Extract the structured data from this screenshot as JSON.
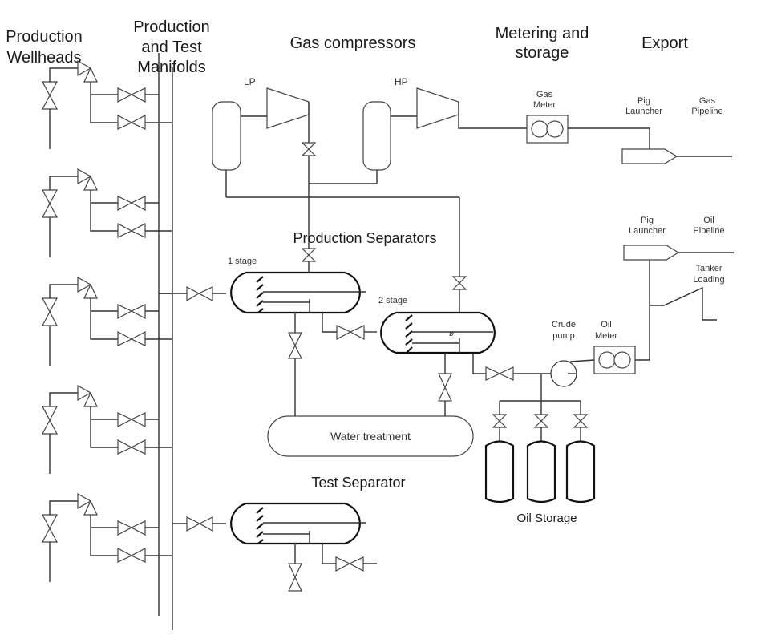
{
  "title": "Oil and gas production process flow",
  "headers": {
    "wellheads": [
      "Production",
      "Wellheads"
    ],
    "manifolds": [
      "Production",
      "and Test",
      "Manifolds"
    ],
    "compressors": [
      "Gas compressors"
    ],
    "metering": [
      "Metering and",
      "storage"
    ],
    "export": [
      "Export"
    ]
  },
  "sections": {
    "production_separators": "Production Separators",
    "test_separator": "Test Separator",
    "oil_storage": "Oil Storage"
  },
  "labels": {
    "lp": "LP",
    "hp": "HP",
    "gas_meter": [
      "Gas",
      "Meter"
    ],
    "gas_pig_launcher": [
      "Pig",
      "Launcher"
    ],
    "gas_pipeline": [
      "Gas",
      "Pipeline"
    ],
    "oil_pig_launcher": [
      "Pig",
      "Launcher"
    ],
    "oil_pipeline": [
      "Oil",
      "Pipeline"
    ],
    "tanker_loading": [
      "Tanker",
      "Loading"
    ],
    "crude_pump": [
      "Crude",
      "pump"
    ],
    "oil_meter": [
      "Oil",
      "Meter"
    ],
    "stage1": "1 stage",
    "stage2": "2 stage",
    "water_treatment": "Water treatment",
    "level_symbol": "ø"
  },
  "wellheads_count": 5,
  "storage_tanks_count": 3
}
